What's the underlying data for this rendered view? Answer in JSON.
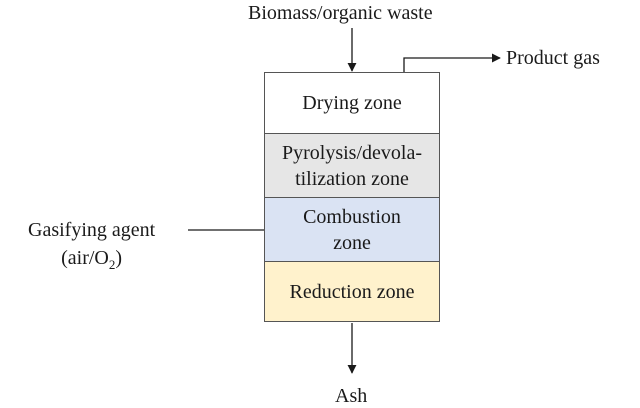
{
  "inputs": {
    "feed": "Biomass/organic waste",
    "agent_line1": "Gasifying agent",
    "agent_line2_prefix": "(air/O",
    "agent_line2_sub": "2",
    "agent_line2_suffix": ")"
  },
  "outputs": {
    "product": "Product gas",
    "residue": "Ash"
  },
  "zones": [
    {
      "label": "Drying zone",
      "color": "#ffffff"
    },
    {
      "label": "Pyrolysis/devola-\ntilization zone",
      "color": "#e6e6e6"
    },
    {
      "label": "Combustion\nzone",
      "color": "#dae3f3"
    },
    {
      "label": "Reduction zone",
      "color": "#fff2cc"
    }
  ]
}
